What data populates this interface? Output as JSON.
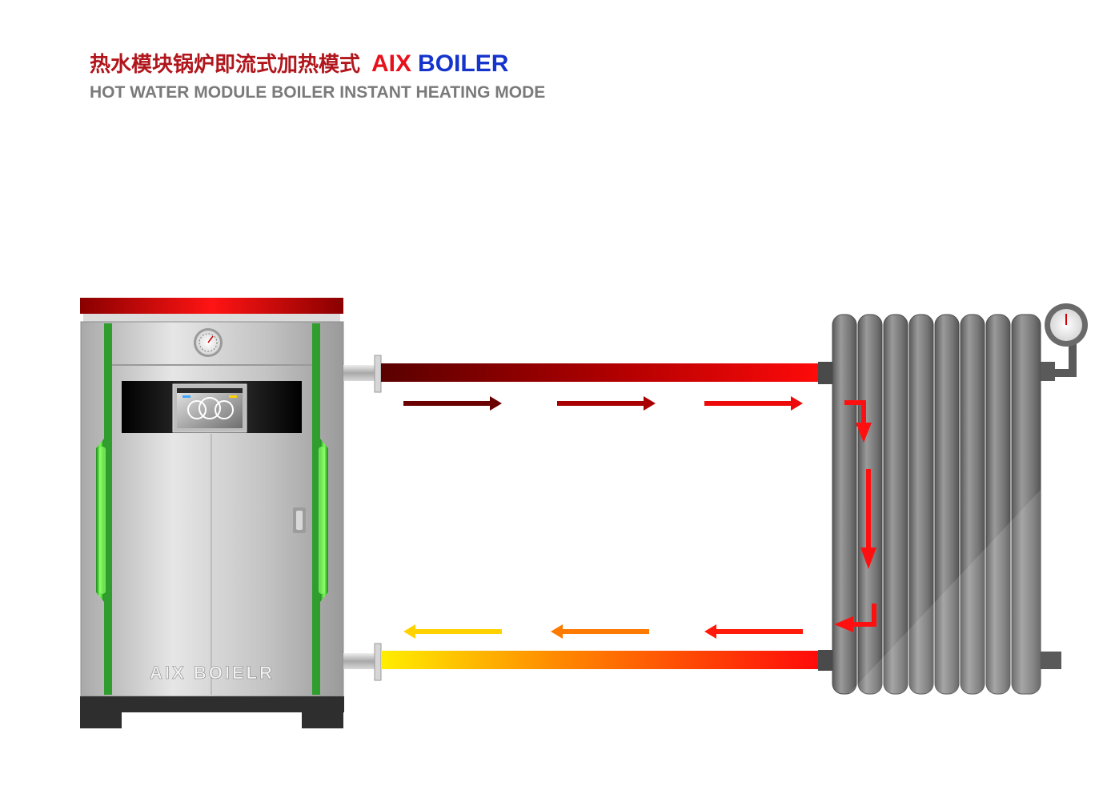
{
  "title": {
    "cn": "热水模块锅炉即流式加热模式",
    "brand_part1": "AIX",
    "brand_part2": "BOILER",
    "en": "HOT WATER MODULE BOILER INSTANT HEATING MODE"
  },
  "boiler": {
    "front_label": "AIX BOIELR"
  },
  "colors": {
    "title_cn": "#b0161c",
    "brand_red": "#e8101a",
    "brand_blue": "#1434cc",
    "subtitle_gray": "#7a7a7a",
    "supply_dark": "#5a0000",
    "supply_hot": "#ff0a0a",
    "return_yellow": "#ffee00",
    "return_orange": "#ff7a00",
    "led_green": "#2fd82f",
    "radiator_gray": "#6e6e6e"
  },
  "icons": [
    "pressure-gauge-icon",
    "touch-screen-icon",
    "door-handle-icon",
    "flow-arrow-icon"
  ]
}
